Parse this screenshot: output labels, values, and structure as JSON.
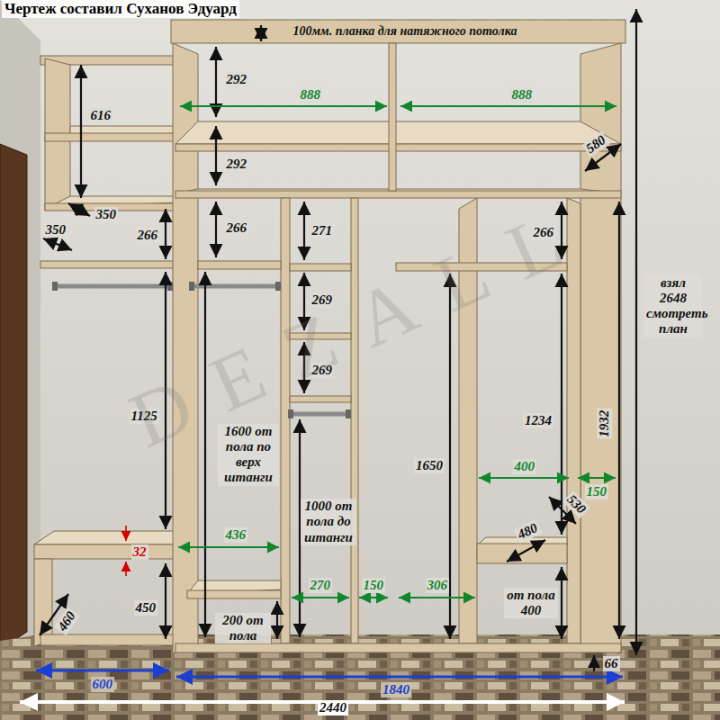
{
  "diagram": {
    "title": "Чертеж составил Суханов Эдуард",
    "labels": [
      "100мм. планка для натяжного потолка",
      "292",
      "888",
      "888",
      "616",
      "292",
      "580",
      "350",
      "266",
      "266",
      "271",
      "266",
      "350",
      "взял 2648 смотреть план",
      "269",
      "269",
      "1125",
      "1600 от пола по верх штанги",
      "1234",
      "1932",
      "1650",
      "400",
      "150",
      "530",
      "436",
      "1000 от пола до штанги",
      "32",
      "480",
      "460",
      "450",
      "270",
      "150",
      "306",
      "от пола 400",
      "200 от пола",
      "66",
      "600",
      "1840",
      "2440",
      "DEZALL"
    ]
  }
}
